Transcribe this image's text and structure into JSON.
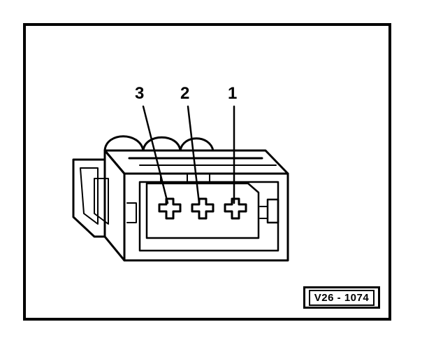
{
  "diagram": {
    "pin_labels": [
      "3",
      "2",
      "1"
    ],
    "reference_code": "V26 - 1074"
  }
}
